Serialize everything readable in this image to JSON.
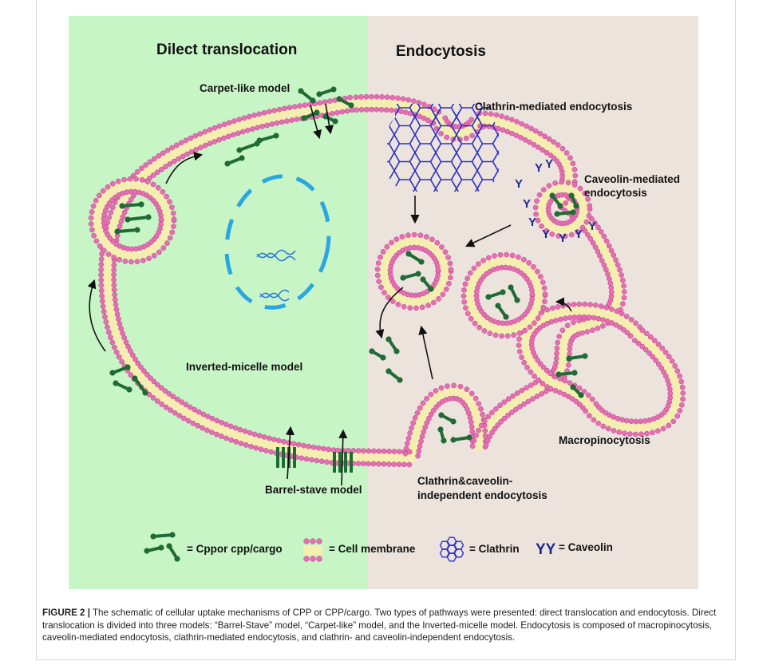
{
  "colors": {
    "left_panel": "#c8f5c6",
    "right_panel": "#ece3dc",
    "membrane_bead": "#e66fb4",
    "membrane_core": "#f4efb0",
    "cargo": "#1e6b35",
    "clathrin": "#2a2fc7",
    "caveolin": "#1f2a8f",
    "nucleus": "#2aa6e0"
  },
  "panels": {
    "left_title": "Dilect translocation",
    "right_title": "Endocytosis"
  },
  "labels": {
    "carpet": "Carpet-like model",
    "inverted": "Inverted-micelle model",
    "barrel": "Barrel-stave model",
    "clathrin_mediated": "Clathrin-mediated endocytosis",
    "caveolin_line1": "Caveolin-mediated",
    "caveolin_line2": "endocytosis",
    "macro": "Macropinocytosis",
    "independent_line1": "Clathrin&caveolin-",
    "independent_line2": "independent endocytosis"
  },
  "legend": {
    "cargo": "= Cppor cpp/cargo",
    "membrane": "= Cell membrane",
    "clathrin": "= Clathrin",
    "caveolin": "= Caveolin",
    "caveolin_glyph": "YY"
  },
  "caption": {
    "label": "FIGURE 2 |",
    "text": "The schematic of cellular uptake mechanisms of CPP or CPP/cargo. Two types of pathways were presented: direct translocation and endocytosis. Direct translocation is divided into three models: “Barrel-Stave” model, “Carpet-like” model, and the Inverted-micelle model. Endocytosis is composed of macropinocytosis, caveolin-mediated endocytosis, clathrin-mediated endocytosis, and clathrin- and caveolin-independent endocytosis."
  }
}
